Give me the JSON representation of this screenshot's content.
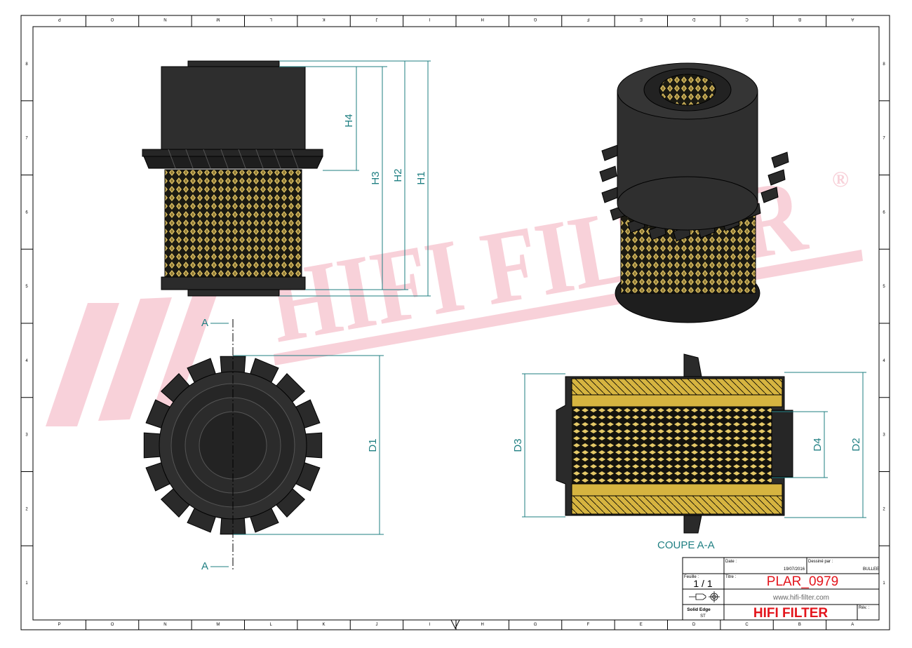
{
  "border": {
    "columns": [
      "P",
      "O",
      "N",
      "M",
      "L",
      "K",
      "J",
      "I",
      "H",
      "G",
      "F",
      "E",
      "D",
      "C",
      "B",
      "A"
    ],
    "rows": [
      "8",
      "7",
      "6",
      "5",
      "4",
      "3",
      "2",
      "1"
    ]
  },
  "watermark": {
    "text": "HIFI FILTER",
    "registered": "®"
  },
  "front_view": {
    "dimensions": [
      "H4",
      "H3",
      "H2",
      "H1"
    ]
  },
  "plan_view": {
    "dimension": "D1",
    "section_mark_top": "A",
    "section_mark_bottom": "A"
  },
  "section_view": {
    "label": "COUPE A-A",
    "dimensions": [
      "D3",
      "D4",
      "D2"
    ]
  },
  "title_block": {
    "date_label": "Date :",
    "date_value": "19/07/2016",
    "drawn_by_label": "Dessiné par :",
    "drawn_by_value": "BULLEE",
    "sheet_label": "Feuille :",
    "sheet_value": "1 / 1",
    "title_label": "Titre :",
    "title_value": "PLAR_0979",
    "website": "www.hifi-filter.com",
    "software": "Solid Edge",
    "software_version": "ST",
    "company": "HIFI FILTER",
    "rev_label": "Rév. :"
  },
  "colors": {
    "dimension": "#1f7f82",
    "title_red": "#e3151c",
    "watermark": "#f7c9d3",
    "filter_yellow": "#d6b440"
  }
}
